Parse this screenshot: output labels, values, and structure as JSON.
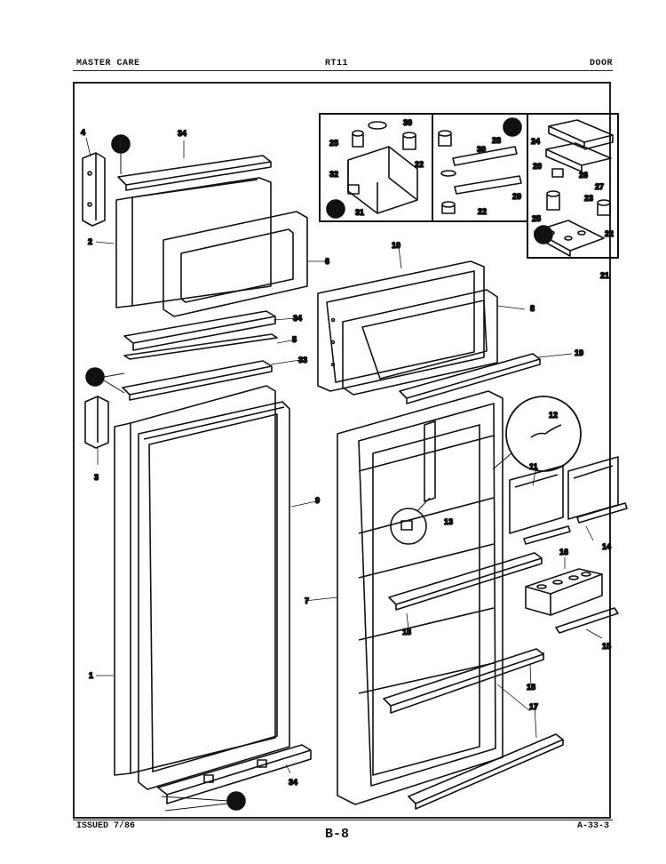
{
  "header": {
    "left": "MASTER CARE",
    "center": "RT11",
    "right": "DOOR"
  },
  "footer": {
    "issued": "ISSUED 7/86",
    "page": "B-8",
    "code": "A-33-3"
  },
  "callouts": {
    "c1": "1",
    "c2": "2",
    "c3": "3",
    "c4": "4",
    "c5": "5",
    "c6": "6",
    "c7": "7",
    "c8": "8",
    "c9": "9",
    "c10": "10",
    "c11": "11",
    "c12": "12",
    "c13": "13",
    "c14": "14",
    "c15": "15",
    "c16": "16",
    "c17": "17",
    "c18": "18",
    "c19": "19",
    "c20": "20",
    "c21": "21",
    "c22": "22",
    "c23": "23",
    "c24": "24",
    "c25": "25",
    "c26": "26",
    "c27": "27",
    "c28": "28",
    "c29": "29",
    "c30": "30",
    "c31": "31",
    "c32": "32",
    "c33": "33",
    "c34": "34"
  },
  "markers": {
    "m1": "1",
    "m2": "2",
    "m3": "3"
  }
}
